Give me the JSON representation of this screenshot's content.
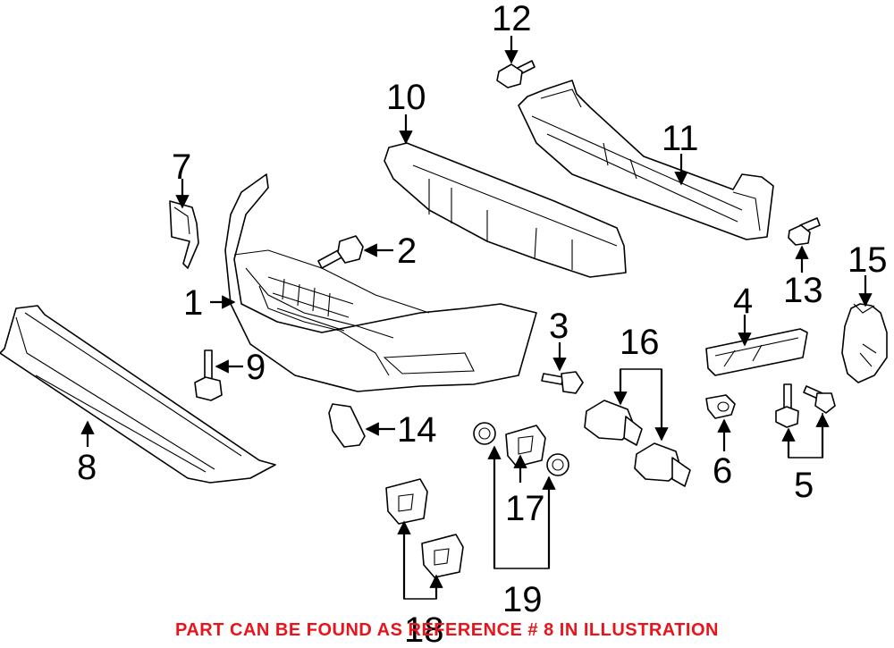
{
  "footer_note": "PART CAN BE FOUND AS REFERENCE # 8 IN ILLUSTRATION",
  "note_color": "#e8141c",
  "callouts": [
    "1",
    "2",
    "3",
    "4",
    "5",
    "6",
    "7",
    "8",
    "9",
    "10",
    "11",
    "12",
    "13",
    "14",
    "15",
    "16",
    "17",
    "18",
    "19"
  ]
}
